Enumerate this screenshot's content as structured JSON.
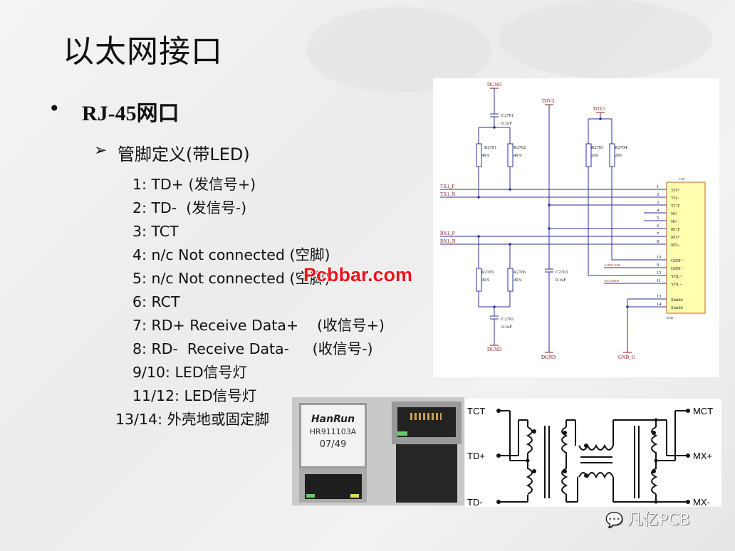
{
  "slide": {
    "title": "以太网接口",
    "bullet": "•",
    "heading": "RJ-45网口",
    "sub_bullet": "➢",
    "sub_heading": "管脚定义(带LED)",
    "pins": [
      "1: TD+ (发信号+)",
      "2: TD-  (发信号-)",
      "3: TCT",
      "4: n/c Not connected (空脚)",
      "5: n/c Not connected (空脚)",
      "6: RCT",
      "7: RD+ Receive Data+    (收信号+)",
      "8: RD-  Receive Data-     (收信号-)",
      "9/10: LED信号灯",
      "11/12: LED信号灯",
      "13/14: 外壳地或固定脚"
    ],
    "watermark": "Pcbbar.com",
    "footer_logo": "凡亿PCB"
  },
  "schematic": {
    "power": {
      "dgnd": "DGND",
      "d3v3": "D3V3",
      "gnd_g": "GND_G"
    },
    "nets": {
      "tx_p": "TX1_P",
      "tx_n": "TX1_N",
      "rx_p": "RX1_P",
      "rx_n": "RX1_N",
      "link": "/LINKLED0",
      "act": "/ACTLED0"
    },
    "components": {
      "c2701": "C2701",
      "c2701_v": "0.1uF",
      "c2702": "C2702",
      "c2702_v": "0.1uF",
      "c2703": "C2703",
      "c2703_v": "0.1uF",
      "r2701": "R2701",
      "r2701_v": "49.9",
      "r2702": "R2702",
      "r2702_v": "49.9",
      "r2703": "R2703",
      "r2703_v": "200",
      "r2704": "R2704",
      "r2704_v": "200",
      "r2705": "R2705",
      "r2705_v": "49.9",
      "r2706": "R2706",
      "r2706_v": "49.9"
    },
    "connector": {
      "ref": "U27",
      "footprint": "RJ45",
      "pins": [
        {
          "num": "1",
          "name": "TD+"
        },
        {
          "num": "2",
          "name": "TD-"
        },
        {
          "num": "3",
          "name": "TCT"
        },
        {
          "num": "4",
          "name": "NC"
        },
        {
          "num": "5",
          "name": "NC"
        },
        {
          "num": "6",
          "name": "RCT"
        },
        {
          "num": "7",
          "name": "RD+"
        },
        {
          "num": "8",
          "name": "RD-"
        },
        {
          "num": "10",
          "name": "GRN+"
        },
        {
          "num": "9",
          "name": "GRN-"
        },
        {
          "num": "12",
          "name": "YEL+"
        },
        {
          "num": "11",
          "name": "YEL-"
        },
        {
          "num": "13",
          "name": "Shield"
        },
        {
          "num": "14",
          "name": "Shield"
        }
      ]
    }
  },
  "photo": {
    "brand": "HanRun",
    "part": "HR911103A",
    "date": "07/49"
  },
  "transformer": {
    "tct": "TCT",
    "tdp": "TD+",
    "tdn": "TD-",
    "mct": "MCT",
    "mxp": "MX+",
    "mxn": "MX-"
  },
  "colors": {
    "wire": "#2b2f9a",
    "power": "#8b1a1a",
    "connector_fill": "#ffffb0",
    "connector_border": "#b5651d",
    "watermark": "#e8141b"
  }
}
